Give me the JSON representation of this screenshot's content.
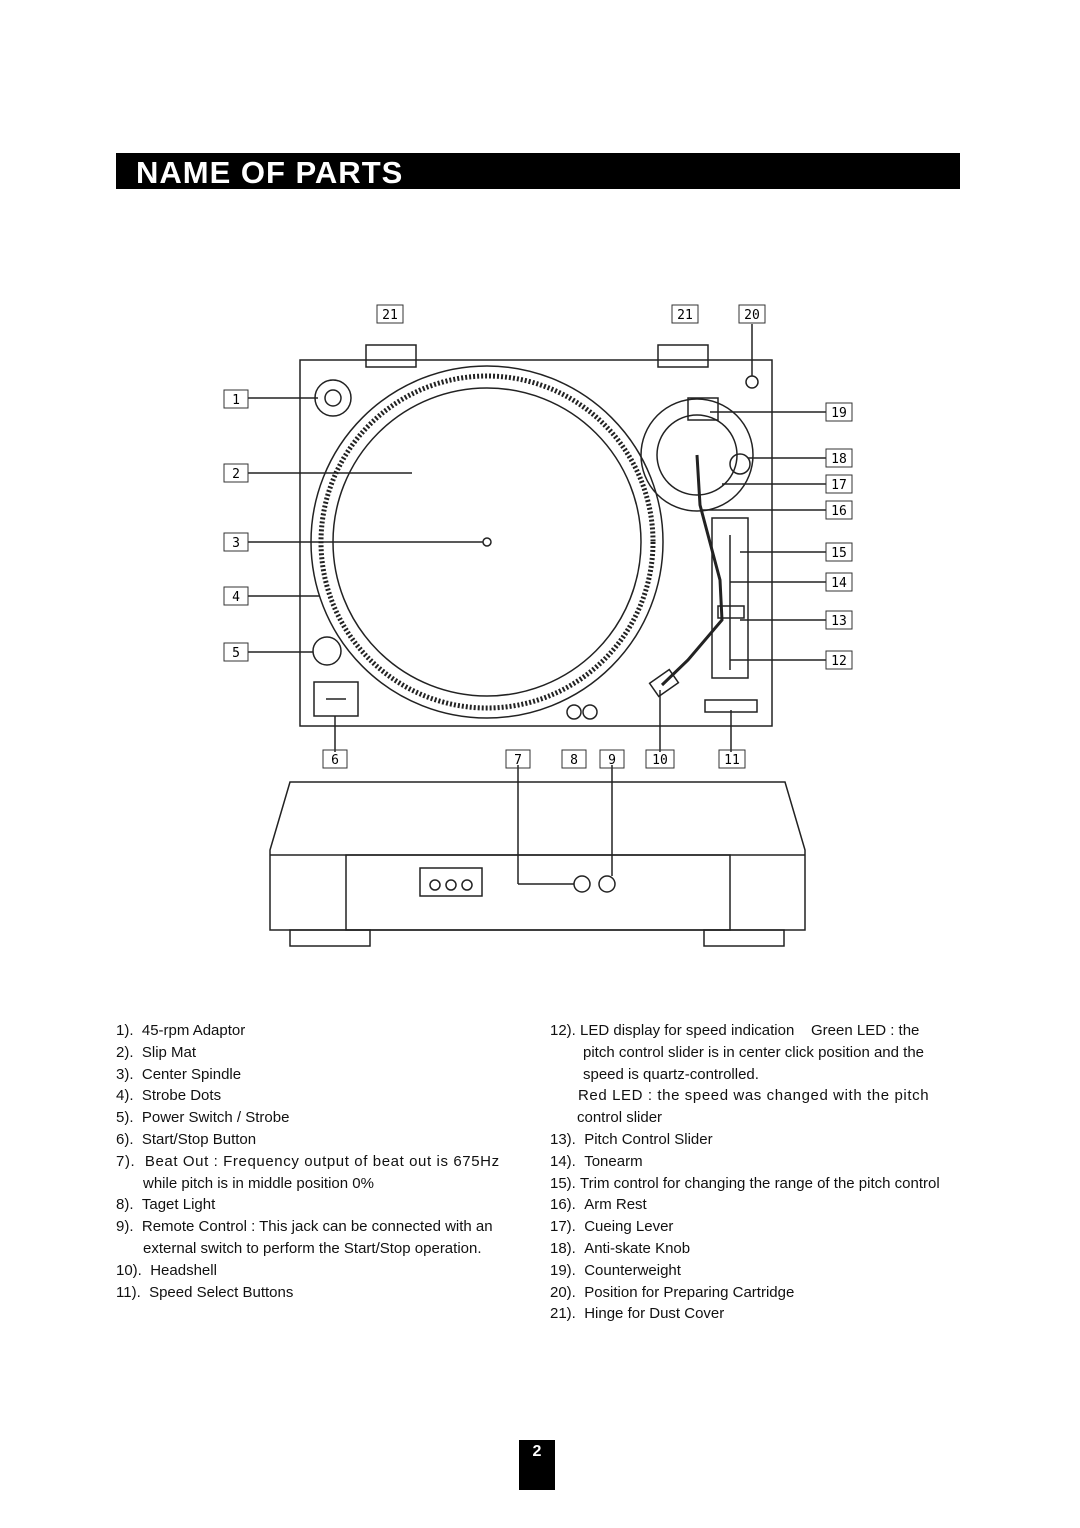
{
  "header": {
    "title": "NAME OF PARTS"
  },
  "diagram": {
    "callouts": [
      "1",
      "2",
      "3",
      "4",
      "5",
      "6",
      "7",
      "8",
      "9",
      "10",
      "11",
      "12",
      "13",
      "14",
      "15",
      "16",
      "17",
      "18",
      "19",
      "20",
      "21",
      "21"
    ]
  },
  "parts_left": [
    {
      "num": "1).",
      "text": "45-rpm Adaptor"
    },
    {
      "num": "2).",
      "text": "Slip Mat"
    },
    {
      "num": "3).",
      "text": "Center Spindle"
    },
    {
      "num": "4).",
      "text": "Strobe Dots"
    },
    {
      "num": "5).",
      "text": "Power Switch / Strobe"
    },
    {
      "num": "6).",
      "text": "Start/Stop Button"
    },
    {
      "num": "7).",
      "text": "Beat Out : Frequency output of beat out is 675Hz",
      "cont": "while pitch is in middle position 0%"
    },
    {
      "num": "8).",
      "text": "Taget Light"
    },
    {
      "num": "9).",
      "text": "Remote Control : This jack can be connected with an",
      "cont": "external switch to perform the Start/Stop operation."
    },
    {
      "num": "10).",
      "text": "Headshell"
    },
    {
      "num": "11).",
      "text": "Speed Select Buttons"
    }
  ],
  "parts_right": [
    {
      "num": "12).",
      "text": "LED display for speed indication    Green LED : the",
      "cont": [
        "pitch control slider is in center click position and the",
        "speed is quartz-controlled."
      ],
      "cont2": [
        "Red LED : the speed was changed with the pitch",
        "control slider"
      ]
    },
    {
      "num": "13).",
      "text": "Pitch Control Slider"
    },
    {
      "num": "14).",
      "text": "Tonearm"
    },
    {
      "num": "15).",
      "text": "Trim control for changing the range of the pitch control"
    },
    {
      "num": "16).",
      "text": "Arm Rest"
    },
    {
      "num": "17).",
      "text": "Cueing Lever"
    },
    {
      "num": "18).",
      "text": "Anti-skate Knob"
    },
    {
      "num": "19).",
      "text": "Counterweight"
    },
    {
      "num": "20).",
      "text": "Position for Preparing Cartridge"
    },
    {
      "num": "21).",
      "text": "Hinge for Dust Cover"
    }
  ],
  "footer": {
    "page_number": "2"
  }
}
